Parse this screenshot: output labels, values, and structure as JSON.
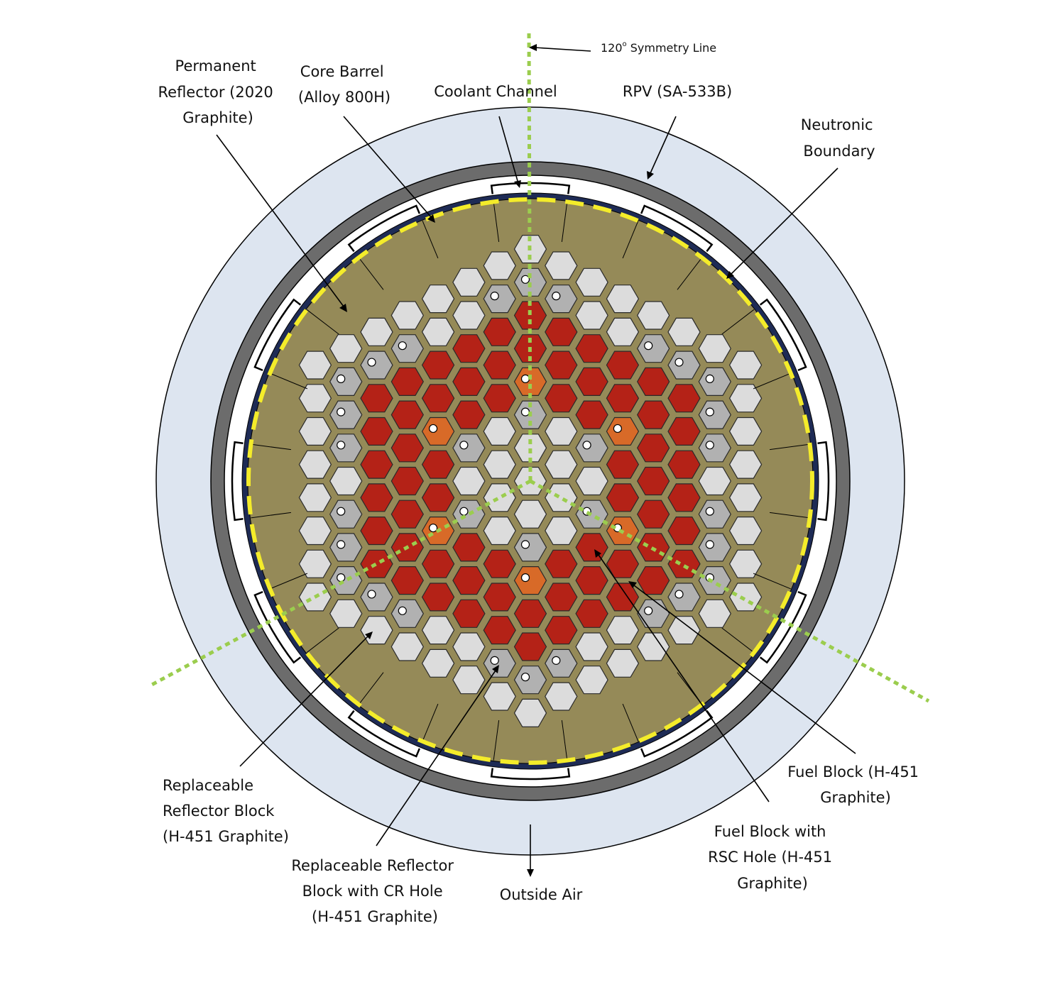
{
  "colors": {
    "outside_air": "#dde5f0",
    "rpv": "#6c6c6c",
    "core_barrel": "#1e2b55",
    "permanent_reflector": "#958a58",
    "neutronic_boundary": "#f4ec2a",
    "symmetry_line": "#9bcd4e",
    "fuel": "#b42217",
    "rsc_fuel": "#d86a28",
    "reflector": "#dcdcdc",
    "cr_reflector": "#b1b1b1",
    "hex_edge": "#2a2a2a"
  },
  "labels": {
    "symmetry": {
      "prefix": "120",
      "sup": "o",
      "suffix": " Symmetry Line"
    },
    "permanent_reflector": [
      "Permanent",
      "Reflector (2020",
      "Graphite)"
    ],
    "core_barrel": [
      "Core Barrel",
      "(Alloy 800H)"
    ],
    "coolant_channel": [
      "Coolant Channel"
    ],
    "rpv": [
      "RPV (SA-533B)"
    ],
    "neutronic_boundary": [
      "Neutronic",
      "Boundary"
    ],
    "replaceable_reflector": [
      "Replaceable",
      "Reflector Block",
      "(H-451  Graphite)"
    ],
    "replaceable_reflector_cr": [
      "Replaceable Reflector",
      "Block with CR Hole",
      "(H-451  Graphite)"
    ],
    "outside_air": [
      "Outside Air"
    ],
    "fuel_block_rsc": [
      "Fuel Block with",
      "RSC Hole (H-451",
      "Graphite)"
    ],
    "fuel_block": [
      "Fuel Block (H-451",
      "Graphite)"
    ]
  }
}
